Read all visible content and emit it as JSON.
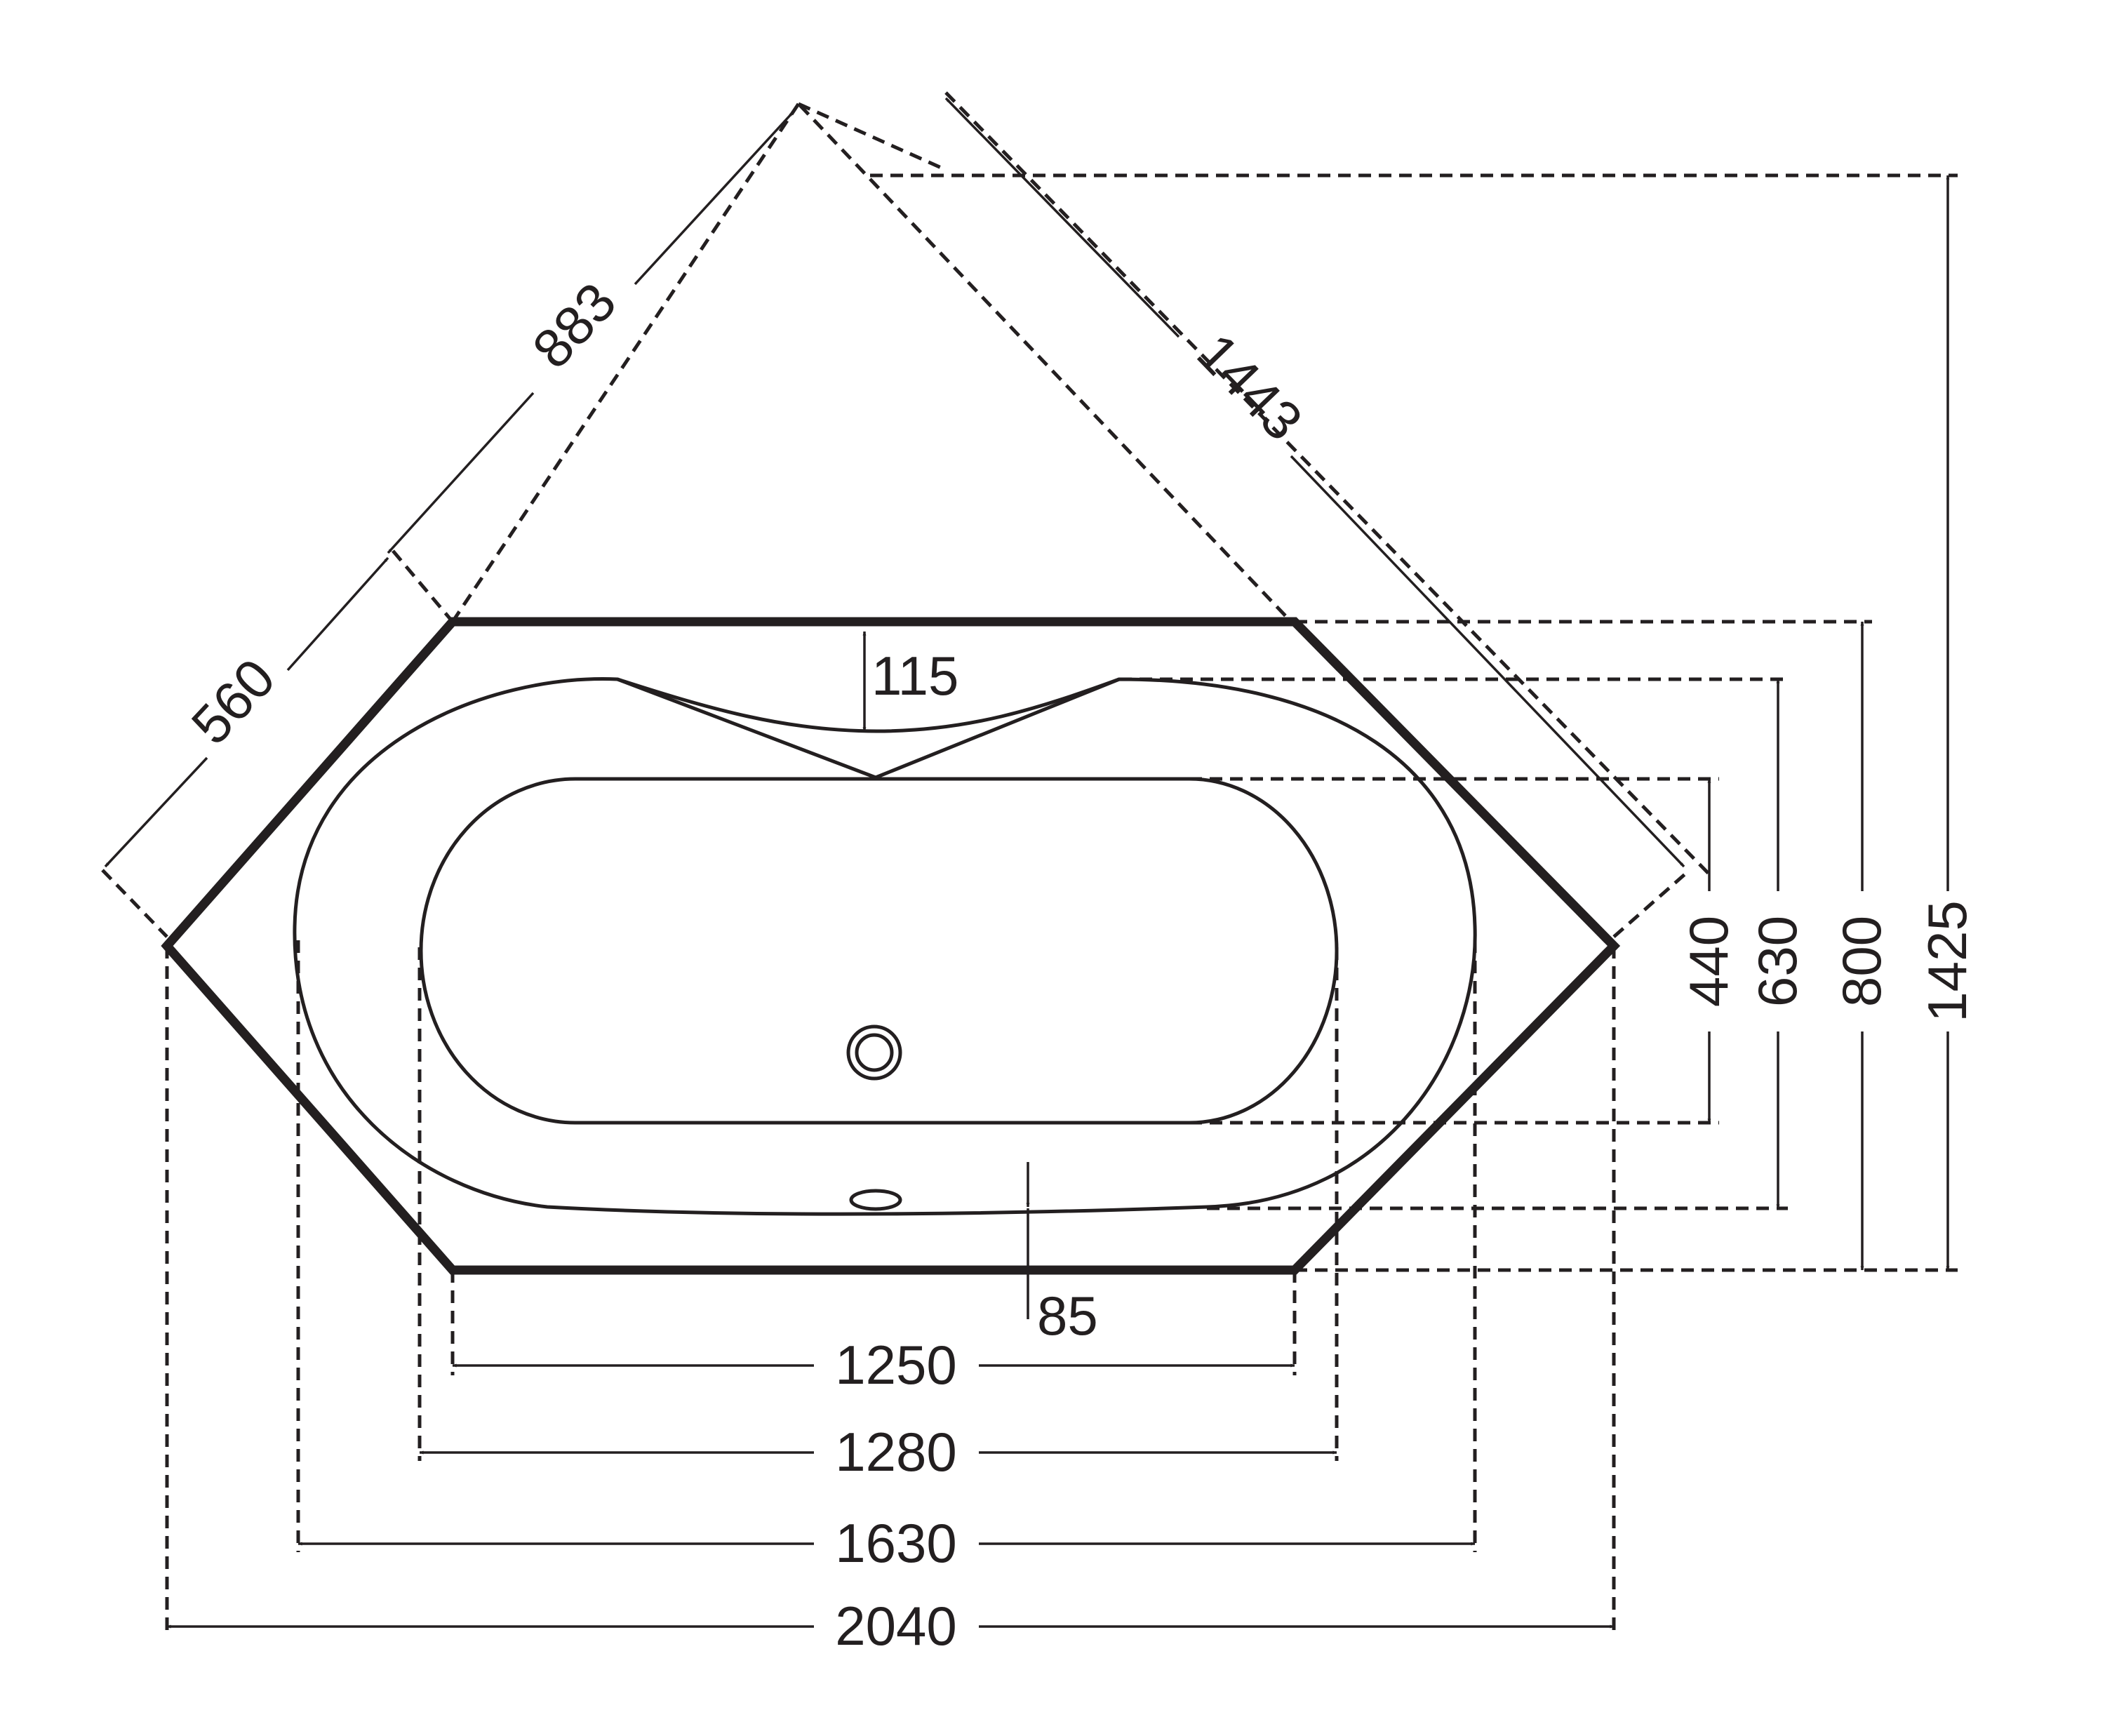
{
  "diagram": {
    "type": "technical-drawing",
    "subject": "hexagonal corner bathtub, top view",
    "line_color": "#231f20",
    "background": "#ffffff",
    "dimensions": {
      "overall_width": "2040",
      "rim_width": "1630",
      "basin_top_width": "1280",
      "front_width": "1250",
      "overall_depth": "800",
      "rim_depth": "630",
      "basin_depth": "440",
      "corner_depth": "1425",
      "wall_left": "883",
      "wall_right": "1443",
      "side_panel": "560",
      "headrest_dip": "115",
      "front_ledge": "85"
    }
  }
}
